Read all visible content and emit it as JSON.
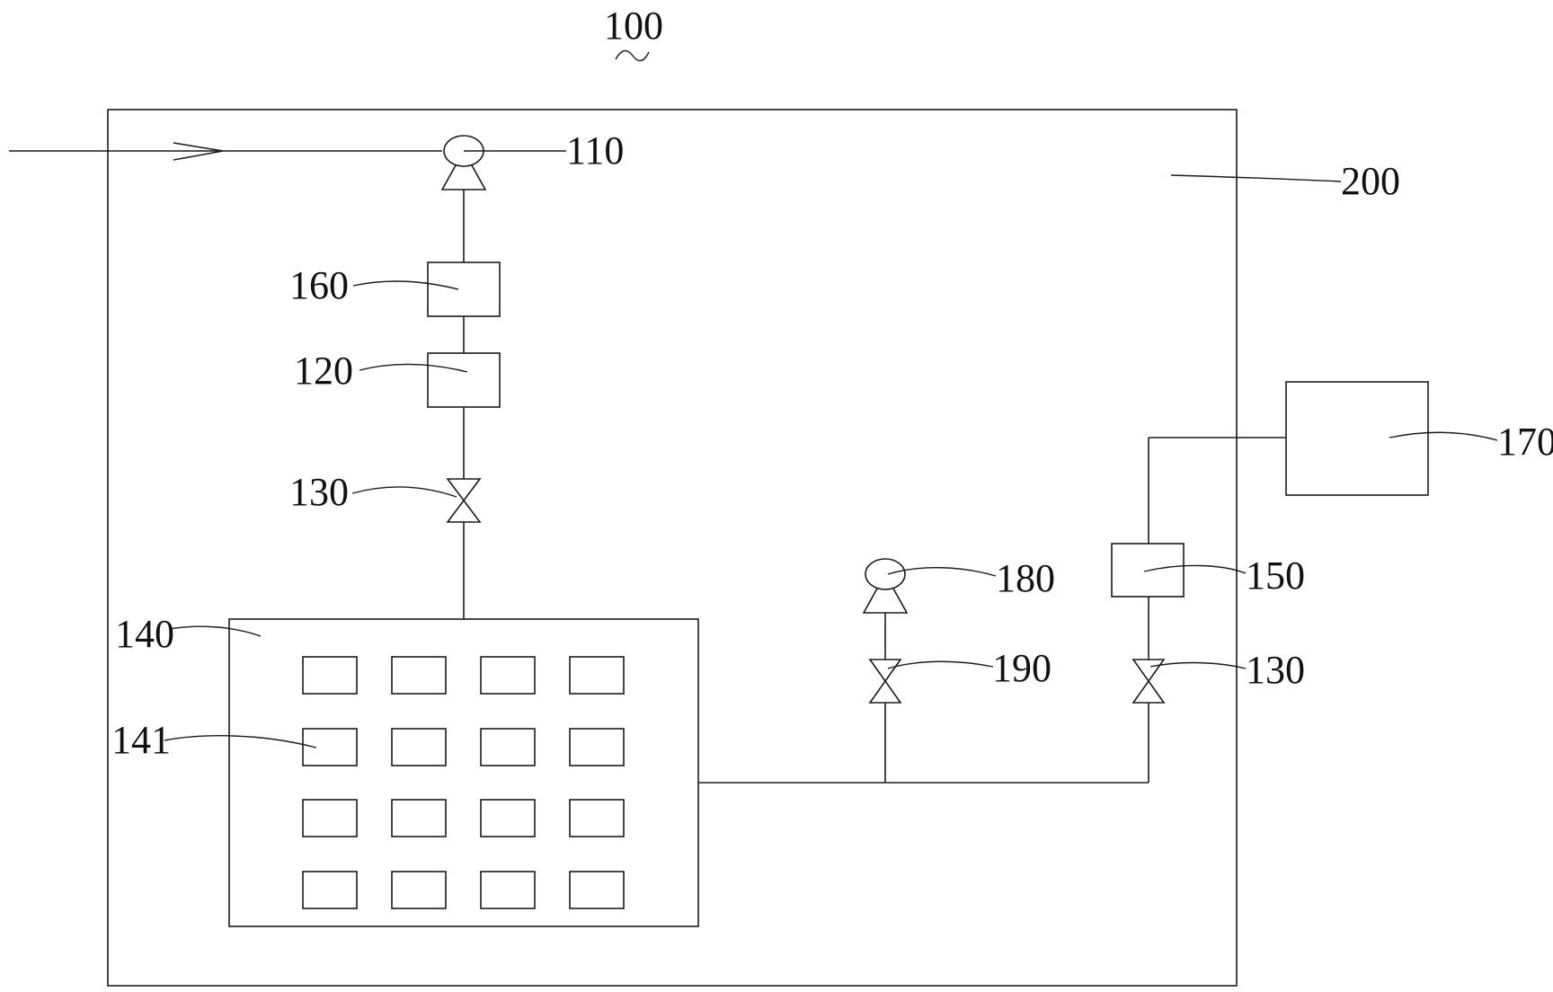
{
  "labels": {
    "system": "100",
    "pump_inlet": "110",
    "box_120": "120",
    "valve_upper": "130",
    "valve_lower": "130",
    "chamber": "140",
    "cell": "141",
    "box_150": "150",
    "box_160": "160",
    "tank": "170",
    "pump_aux": "180",
    "valve_aux": "190",
    "enclosure": "200"
  },
  "grid": {
    "rows": 4,
    "cols": 4
  }
}
